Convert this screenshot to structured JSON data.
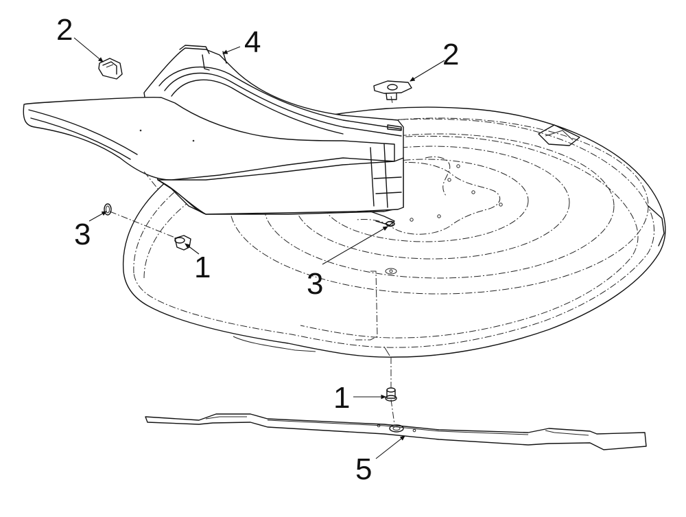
{
  "callouts": {
    "c1a": "1",
    "c1b": "1",
    "c2a": "2",
    "c2b": "2",
    "c3a": "3",
    "c3b": "3",
    "c4": "4",
    "c5": "5"
  }
}
